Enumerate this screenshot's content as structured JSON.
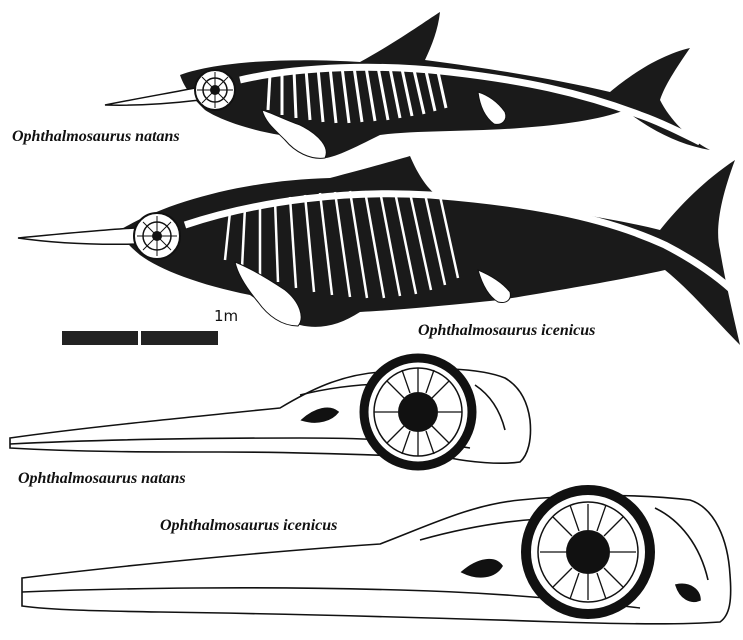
{
  "figure": {
    "labels": {
      "top_skeleton": "Ophthalmosaurus natans",
      "middle_skeleton": "Ophthalmosaurus icenicus",
      "skull_upper": "Ophthalmosaurus natans",
      "skull_lower": "Ophthalmosaurus icenicus"
    },
    "scale_bar": {
      "label": "1m"
    }
  },
  "colors": {
    "silhouette": "#1a1a1a",
    "bone": "#ffffff",
    "line": "#111111",
    "background": "#ffffff"
  }
}
